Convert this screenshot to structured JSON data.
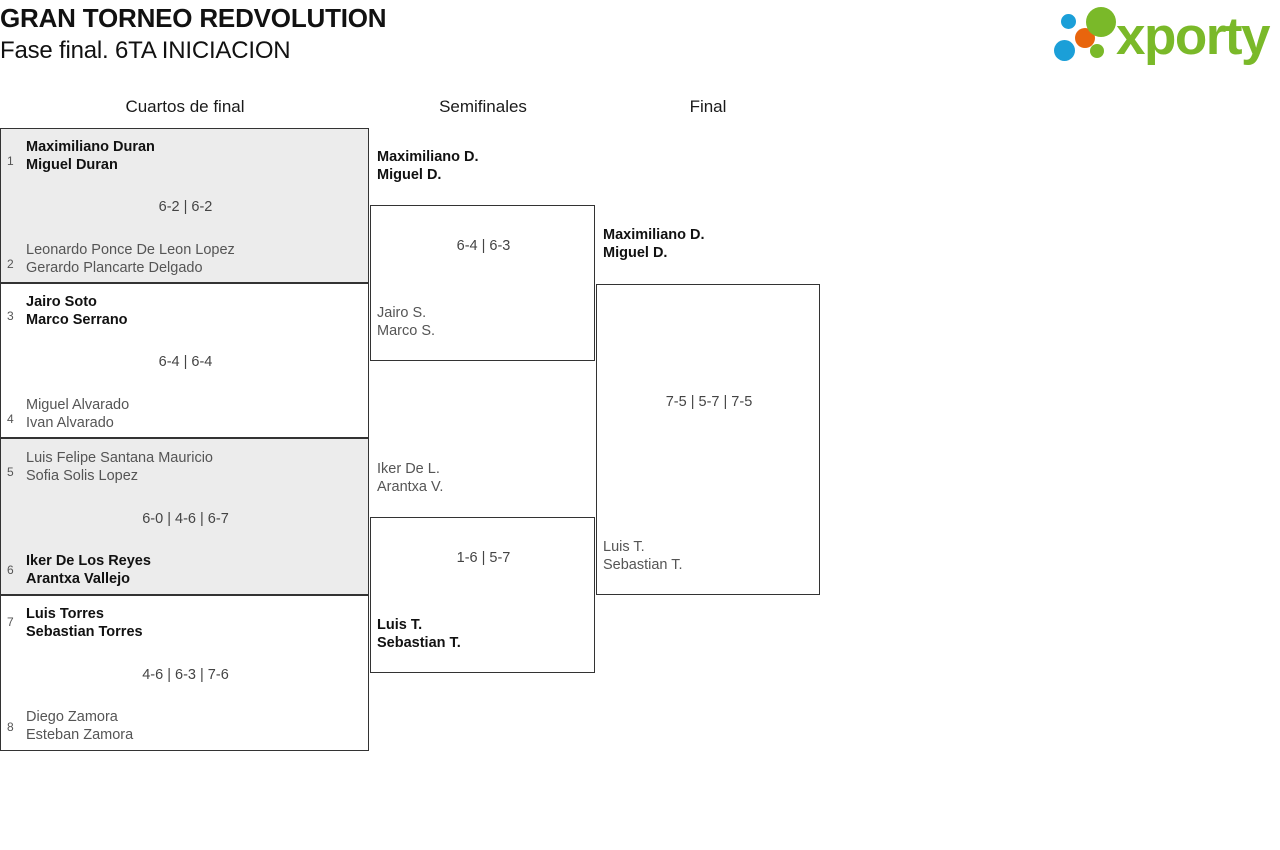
{
  "header": {
    "title": "GRAN TORNEO REDVOLUTION",
    "subtitle": "Fase final. 6TA INICIACION",
    "logo": {
      "wordmark": "xporty",
      "colors": {
        "green": "#7ab929",
        "blue": "#1b9fd8",
        "orange": "#e8650d"
      }
    }
  },
  "rounds": [
    {
      "label": "Cuartos de final"
    },
    {
      "label": "Semifinales"
    },
    {
      "label": "Final"
    }
  ],
  "quarterfinals": [
    {
      "seed_top": "1",
      "top_p1": "Maximiliano Duran",
      "top_p2": "Miguel Duran",
      "top_winner": true,
      "score": "6-2 | 6-2",
      "seed_bottom": "2",
      "bottom_p1": "Leonardo Ponce De Leon Lopez",
      "bottom_p2": "Gerardo Plancarte Delgado",
      "bottom_winner": false
    },
    {
      "seed_top": "3",
      "top_p1": "Jairo Soto",
      "top_p2": "Marco Serrano",
      "top_winner": true,
      "score": "6-4 | 6-4",
      "seed_bottom": "4",
      "bottom_p1": "Miguel Alvarado",
      "bottom_p2": "Ivan Alvarado",
      "bottom_winner": false
    },
    {
      "seed_top": "5",
      "top_p1": "Luis Felipe Santana Mauricio",
      "top_p2": "Sofia Solis Lopez",
      "top_winner": false,
      "score": "6-0 | 4-6 | 6-7",
      "seed_bottom": "6",
      "bottom_p1": "Iker De Los Reyes",
      "bottom_p2": "Arantxa Vallejo",
      "bottom_winner": true
    },
    {
      "seed_top": "7",
      "top_p1": "Luis Torres",
      "top_p2": "Sebastian Torres",
      "top_winner": true,
      "score": "4-6 | 6-3 | 7-6",
      "seed_bottom": "8",
      "bottom_p1": "Diego Zamora",
      "bottom_p2": "Esteban Zamora",
      "bottom_winner": false
    }
  ],
  "semifinals": [
    {
      "top_p1": "Maximiliano D.",
      "top_p2": "Miguel D.",
      "top_winner": true,
      "score": "6-4 | 6-3",
      "bottom_p1": "Jairo S.",
      "bottom_p2": "Marco S.",
      "bottom_winner": false
    },
    {
      "top_p1": "Iker De L.",
      "top_p2": "Arantxa V.",
      "top_winner": false,
      "score": "1-6 | 5-7",
      "bottom_p1": "Luis T.",
      "bottom_p2": "Sebastian T.",
      "bottom_winner": true
    }
  ],
  "final": {
    "top_p1": "Maximiliano D.",
    "top_p2": "Miguel D.",
    "top_winner": true,
    "score": "7-5 | 5-7 | 7-5",
    "bottom_p1": "Luis T.",
    "bottom_p2": "Sebastian T.",
    "bottom_winner": false
  }
}
